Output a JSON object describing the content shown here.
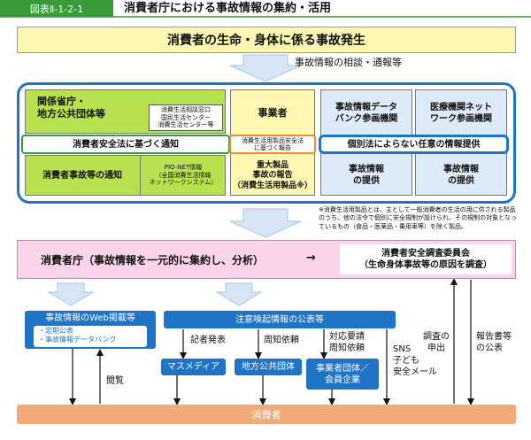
{
  "figure": {
    "number": "図表Ⅱ-1-2-1",
    "title": "消費者庁における事故情報の集約・活用"
  },
  "top_banner": "消費者の生命・身体に係る事故発生",
  "arrow1_label": "事故情報の相談・通報等",
  "gov": {
    "title": "関係省庁・\n地方公共団体等",
    "sub": "消費生活相談窓口\n国民生活センター\n消費生活センター等",
    "notice_bar": "消費者安全法に基づく通知",
    "notice_left": "消費者事故等の通知",
    "pionet": "PIO-NET情報\n（全国消費生活情報\nネットワークシステム）"
  },
  "business": {
    "title": "事業者",
    "law_note": "消費生活用製品安全法\nに基づく報告",
    "report": "重大製品\n事故の報告\n（消費生活用製品※）"
  },
  "databank": {
    "title": "事故情報データ\nバンク参画機関",
    "provide": "事故情報\nの提供"
  },
  "medical": {
    "title": "医療機関ネット\nワーク参画機関",
    "provide": "事故情報\nの提供"
  },
  "voluntary_bar": "個別法によらない任意の情報提供",
  "footnote": "※消費生活用製品とは、主として一般消費者の生活の用に供される製品のうち、他の法令で個別に安全規制が設けられ、その規制の対象となっているもの（食品・医薬品・乗用車等）を除く製品。",
  "agency": {
    "text": "消費者庁（事故情報を一元的に集約し、分析）",
    "arrow_glyph": "→",
    "committee": "消費者安全調査委員会\n（生命身体事故等の原因を調査）"
  },
  "web": {
    "title": "事故情報のWeb掲載等",
    "items": "・定期公表\n・事故情報データバンク"
  },
  "alert": "注意喚起情報の公表等",
  "channels": {
    "press": "記者発表",
    "request": "周知依頼",
    "coop": "対応要請\n周知依頼",
    "sns": "SNS\n子ども\n安全メール",
    "browse": "閲覧",
    "apply": "調査の\n申出",
    "report": "報告書等\nの公表"
  },
  "targets": {
    "media": "マスメディア",
    "local": "地方公共団体",
    "orgs": "事業者団体／\n会員企業"
  },
  "consumers": "消費者",
  "colors": {
    "accent": "#1f74c6",
    "header_green": "#3a9a3a",
    "banner_yellow": "#fef7b2",
    "green": "#b7e14e",
    "light_blue": "#dcebf7",
    "pink": "#fbd3ea",
    "orange": "#f4a97a",
    "arrow_gray": "#a9c6e6"
  }
}
